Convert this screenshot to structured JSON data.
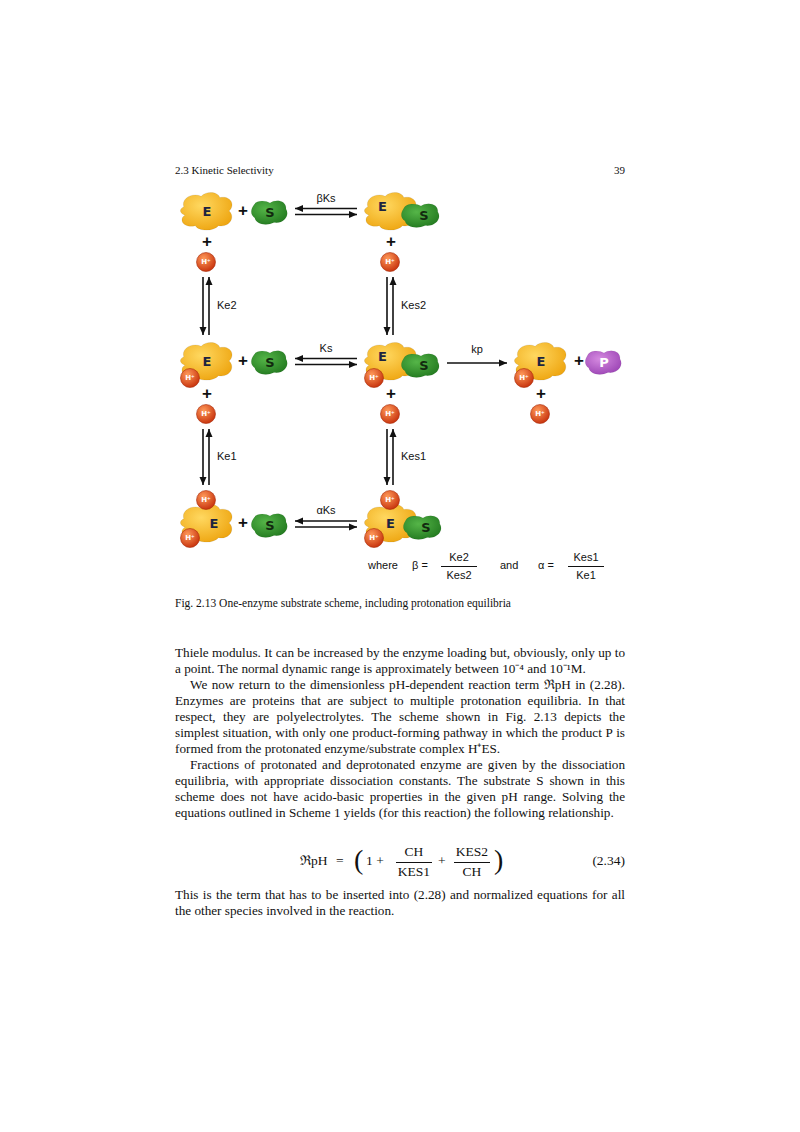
{
  "diagram": {
    "caption": "Fig. 2.13 One-enzyme substrate scheme, including protonation equilibria",
    "nodes": [
      {
        "text": [
          "E"
        ]
      },
      {
        "text": [
          "S"
        ]
      },
      {
        "text": [
          "H⁺"
        ]
      },
      {
        "text": [
          "E"
        ]
      },
      {
        "text": [
          "S"
        ]
      },
      {
        "text": [
          "H⁺"
        ]
      },
      {
        "text": [
          "E"
        ]
      },
      {
        "text": [
          "H⁺"
        ]
      },
      {
        "text": [
          "S"
        ]
      },
      {
        "text": [
          "H⁺"
        ]
      },
      {
        "text": [
          "E"
        ]
      },
      {
        "text": [
          "H⁺"
        ]
      },
      {
        "text": [
          "S"
        ]
      },
      {
        "text": [
          "H⁺"
        ]
      },
      {
        "text": [
          "E"
        ]
      },
      {
        "text": [
          "H⁺"
        ]
      },
      {
        "text": [
          "P"
        ]
      },
      {
        "text": [
          "H⁺"
        ]
      },
      {
        "text": [
          "H⁺"
        ]
      },
      {
        "text": [
          "H⁺"
        ]
      },
      {
        "text": [
          "E"
        ]
      },
      {
        "text": [
          "S"
        ]
      },
      {
        "text": [
          "H⁺"
        ]
      },
      {
        "text": [
          "H⁺"
        ]
      },
      {
        "text": [
          "E"
        ]
      },
      {
        "text": [
          "S"
        ]
      }
    ],
    "edges": [
      {
        "from": 1,
        "to": 3,
        "label": "βKs",
        "arrow": "both"
      },
      {
        "from": 2,
        "to": 6,
        "label": "Ke2",
        "arrow": "both"
      },
      {
        "from": 5,
        "to": 10,
        "label": "Kes2",
        "arrow": "both"
      },
      {
        "from": 8,
        "to": 10,
        "label": "Ks",
        "arrow": "both"
      },
      {
        "from": 12,
        "to": 14,
        "label": "kp",
        "arrow": "to"
      },
      {
        "from": 9,
        "to": 18,
        "label": "Ke1",
        "arrow": "both"
      },
      {
        "from": 13,
        "to": 22,
        "label": "Kes1",
        "arrow": "both"
      },
      {
        "from": 21,
        "to": 24,
        "label": "αKs",
        "arrow": "both"
      }
    ],
    "labels": [
      "2.3 Kinetic Selectivity",
      "39",
      "+",
      "+",
      "+",
      "+",
      "+",
      "+",
      "+",
      "+",
      "+",
      "where",
      "β =",
      "Ke2",
      "Kes2",
      "and",
      "α =",
      "Kes1",
      "Ke1",
      "Thiele modulus. It can be increased by the enzyme loading but, obviously, only up to a point. The normal dynamic range is approximately between 10⁻⁴ and 10⁻¹M.",
      "We now return to the dimensionless pH-dependent reaction term ℜpH in (2.28). Enzymes are proteins that are subject to multiple protonation equilibria. In that respect, they are polyelectrolytes. The scheme shown in Fig. 2.13 depicts the simplest situation, with only one product-forming pathway in which the product P is formed from the protonated enzyme/substrate complex H⁺ES.",
      "Fractions of protonated and deprotonated enzyme are given by the dissociation equilibria, with appropriate dissociation constants. The substrate S shown in this scheme does not have acido-basic properties in the given pH range. Solving the equations outlined in Scheme 1 yields (for this reaction) the following relationship.",
      "ℜpH",
      "=",
      "(",
      "1 +",
      "CH",
      "KES1",
      "+",
      "KES2",
      "CH",
      ")",
      "(2.34)",
      "This is the term that has to be inserted into (2.28) and normalized equations for all the other species involved in the reaction."
    ]
  }
}
